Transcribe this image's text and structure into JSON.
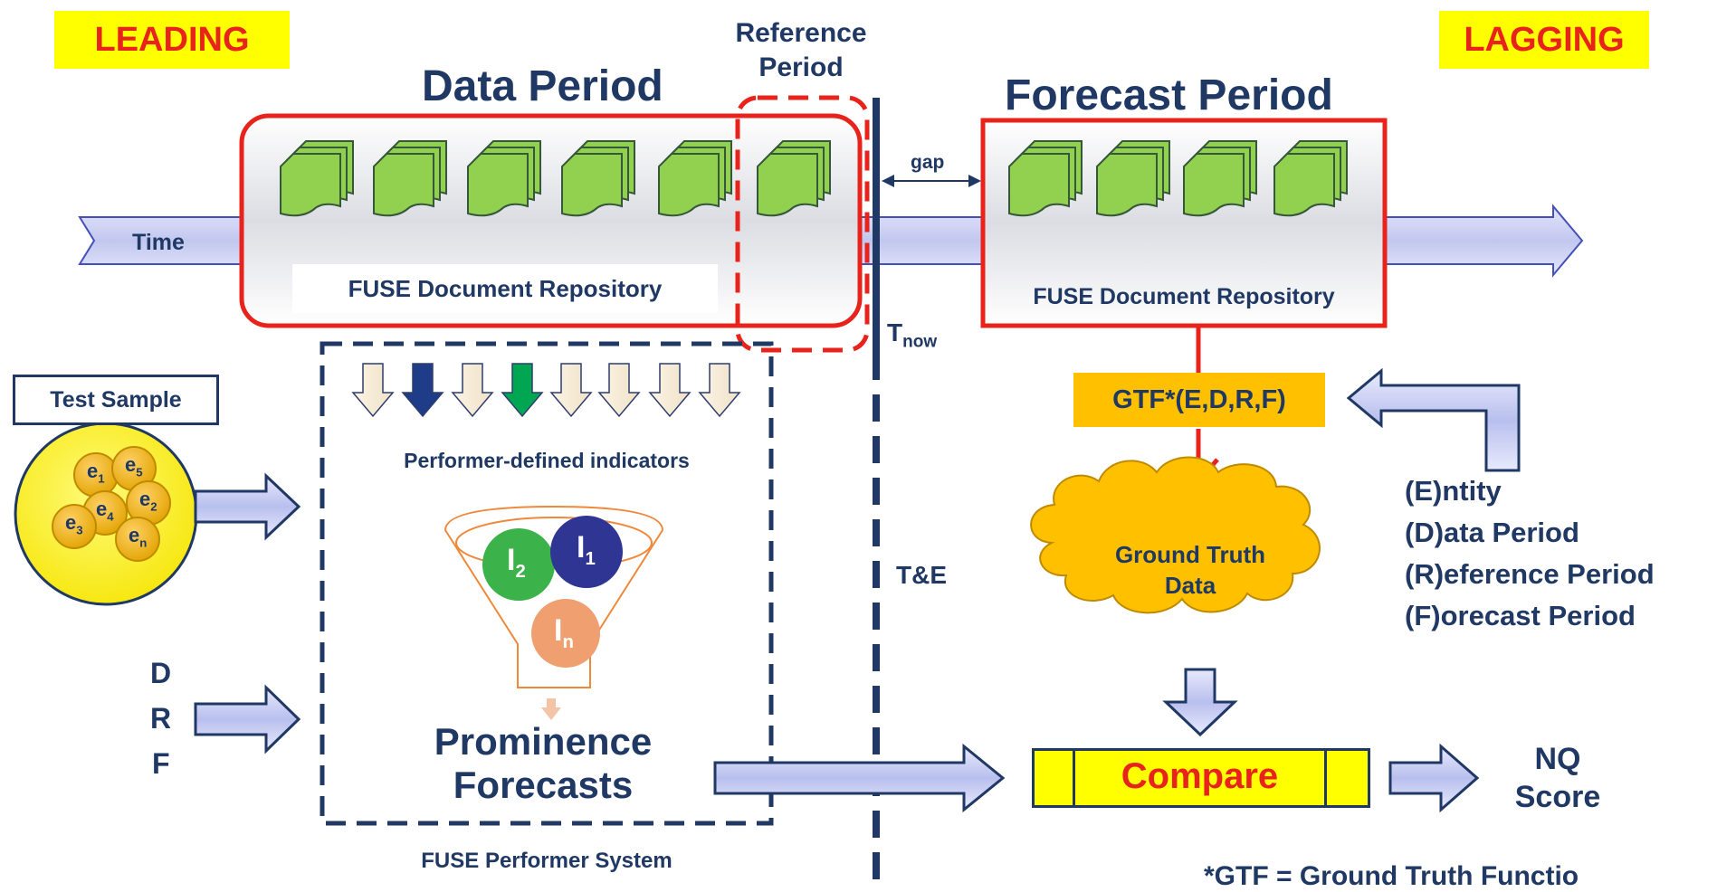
{
  "labels": {
    "leading": "LEADING",
    "lagging": "LAGGING",
    "reference_period_line1": "Reference",
    "reference_period_line2": "Period",
    "data_period": "Data Period",
    "forecast_period": "Forecast Period",
    "gap": "gap",
    "time": "Time",
    "repo_left": "FUSE Document Repository",
    "repo_right": "FUSE Document Repository",
    "t_now_main": "T",
    "t_now_sub": "now",
    "t_and_e": "T&E",
    "test_sample": "Test Sample",
    "indicators_caption": "Performer-defined indicators",
    "prominence_line1": "Prominence",
    "prominence_line2": "Forecasts",
    "performer_system": "FUSE Performer System",
    "drf": [
      "D",
      "R",
      "F"
    ],
    "gtf": "GTF*(E,D,R,F)",
    "ground_truth_line1": "Ground Truth",
    "ground_truth_line2": "Data",
    "legend_lines": [
      "(E)ntity",
      "(D)ata Period",
      "(R)eference Period",
      "(F)orecast Period"
    ],
    "compare": "Compare",
    "nq_line1": "NQ",
    "nq_line2": "Score",
    "footnote": "*GTF = Ground Truth Functio"
  },
  "entities": [
    {
      "main": "e",
      "sub": "1"
    },
    {
      "main": "e",
      "sub": "5"
    },
    {
      "main": "e",
      "sub": "2"
    },
    {
      "main": "e",
      "sub": "4"
    },
    {
      "main": "e",
      "sub": "3"
    },
    {
      "main": "e",
      "sub": "n"
    }
  ],
  "funnel_indicators": [
    {
      "main": "I",
      "sub": "2"
    },
    {
      "main": "I",
      "sub": "1"
    },
    {
      "main": "I",
      "sub": "n"
    }
  ],
  "colors": {
    "tag_bg": "#ffff00",
    "tag_text": "#e8231c",
    "navy": "#1f3864",
    "red": "#e8231c",
    "doc_green": "#92d050",
    "timeline_fill": "#c9cdf0",
    "gtf_bg": "#ffc000",
    "cloud": "#ffc000",
    "indicator_navy": "#1f3c88",
    "indicator_green": "#00a651"
  }
}
